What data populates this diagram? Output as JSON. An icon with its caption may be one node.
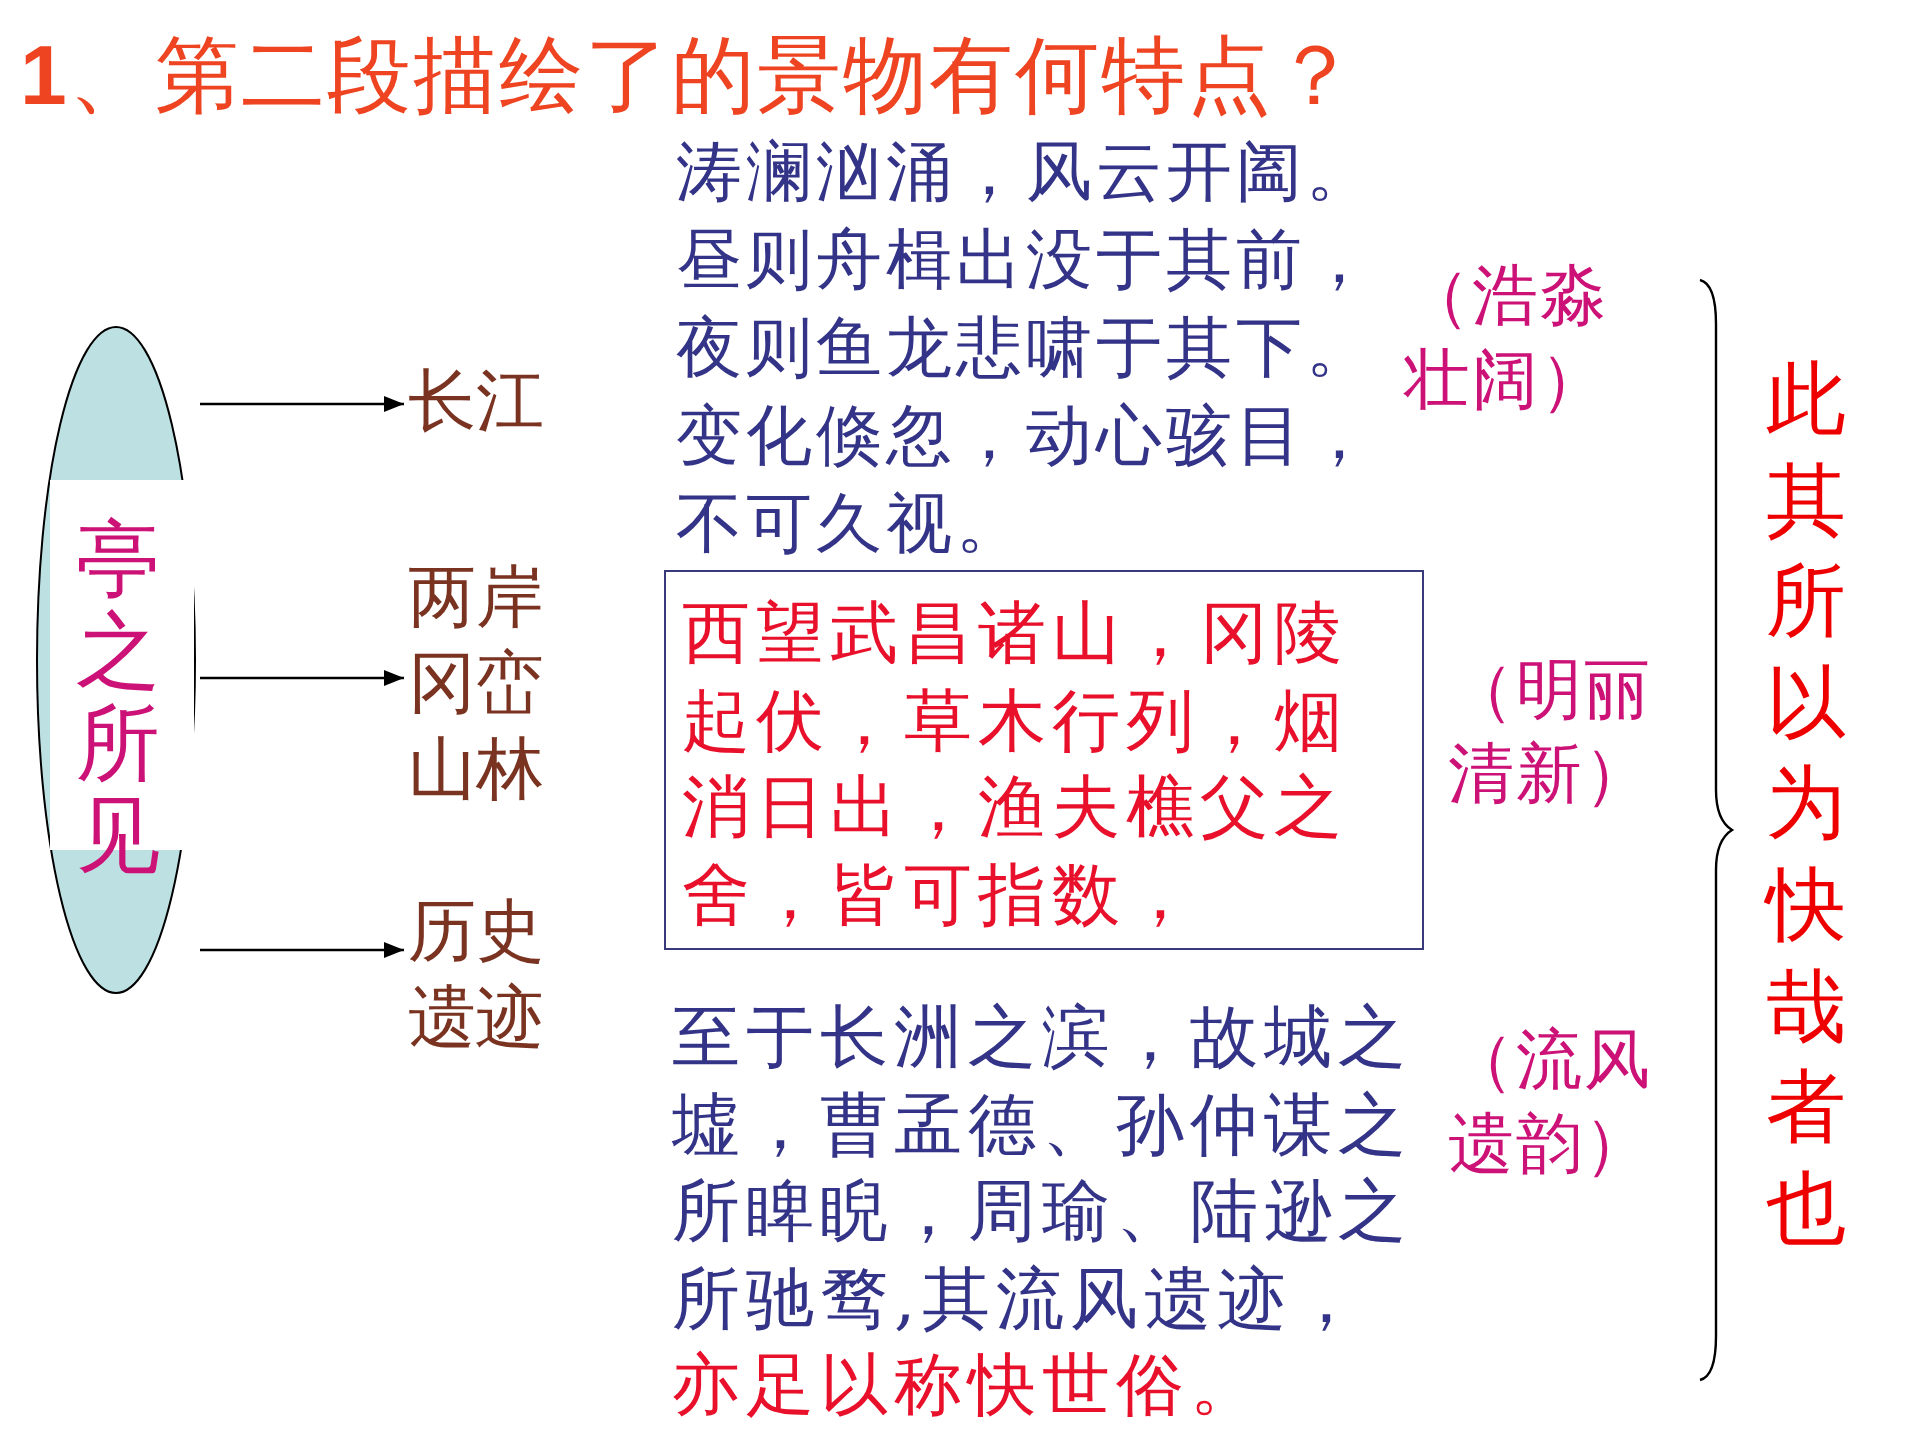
{
  "diagram": {
    "title": "**1**、第二段描绘了的景物有何特点？",
    "nodes": [
      {
        "text": [
          "亭之所见"
        ]
      },
      {
        "text": [
          "长江"
        ]
      },
      {
        "text": [
          "两岸冈峦山林"
        ]
      },
      {
        "text": [
          "历史遗迹"
        ]
      },
      {
        "text": [
          "西望武昌诸山，冈陵起伏，草木行列，烟消日出，渔夫樵父之舍，皆可指数，"
        ],
        "beside": [
          "（明丽清新）"
        ]
      }
    ],
    "edges": [
      {
        "from": 0,
        "to": 1,
        "arrow": "to"
      },
      {
        "from": 0,
        "to": 2,
        "arrow": "to"
      },
      {
        "from": 0,
        "to": 3,
        "arrow": "to"
      }
    ],
    "labels": [
      "涛澜汹涌，风云开阖。昼则舟楫出没于其前，夜则鱼龙悲啸于其下。变化倏忽，动心骇目，不可久视。",
      "（浩淼壮阔）",
      "（流风遗韵）",
      "至于长洲之滨，故城之墟，曹孟德、孙仲谋之所睥睨，周瑜、陆逊之所驰骛,其流风遗迹，",
      "亦足以称快世俗。",
      "此其所以为快哉者也"
    ]
  }
}
